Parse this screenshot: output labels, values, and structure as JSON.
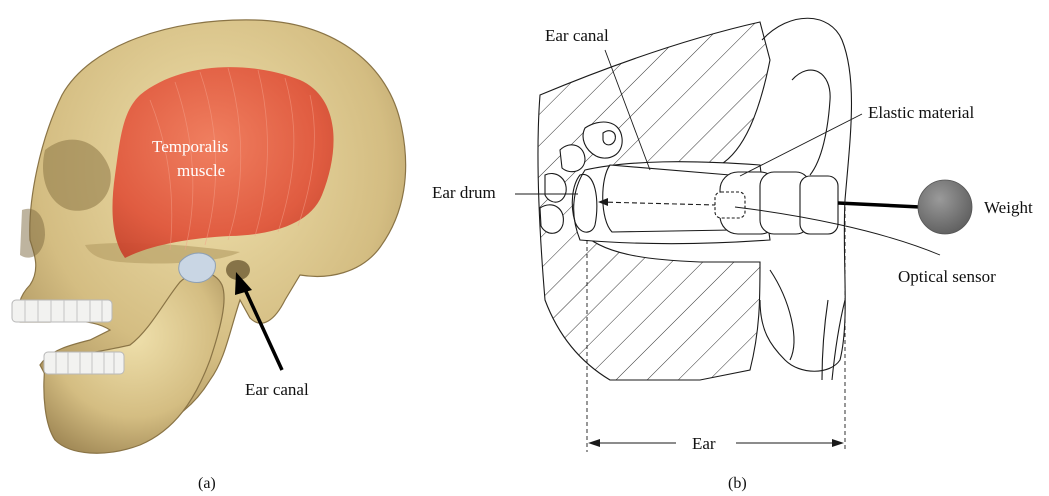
{
  "panel_a": {
    "muscle_label_line1": "Temporalis",
    "muscle_label_line2": "muscle",
    "ear_canal_label": "Ear canal",
    "caption": "(a)"
  },
  "panel_b": {
    "ear_canal_label": "Ear canal",
    "elastic_material_label": "Elastic material",
    "ear_drum_label": "Ear drum",
    "weight_label": "Weight",
    "optical_sensor_label": "Optical sensor",
    "ear_label": "Ear",
    "caption": "(b)"
  },
  "colors": {
    "bone": "#d9c48a",
    "bone_shadow": "#a8905a",
    "muscle": "#e2553a",
    "weight": "#7a7a7a",
    "line": "#1a1a1a"
  }
}
